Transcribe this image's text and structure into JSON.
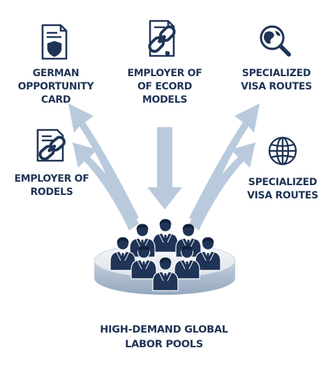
{
  "nodes": {
    "top_left": {
      "icon": "id-card-icon",
      "lines": [
        "GERMAN",
        "OPPORTUNITY",
        "CARD"
      ]
    },
    "top_center": {
      "icon": "chain-link-document-icon",
      "lines": [
        "EMPLOYER OF",
        "OF ECORD",
        "MODELS"
      ]
    },
    "top_right": {
      "icon": "globe-magnifier-icon",
      "lines": [
        "SPECIALIZED",
        "VISA ROUTES"
      ]
    },
    "mid_left": {
      "icon": "chain-link-document-icon",
      "lines": [
        "EMPLOYER OF",
        "RODELS"
      ]
    },
    "mid_right": {
      "icon": "globe-icon",
      "lines": [
        "SPECIALIZED",
        "VISA ROUTES"
      ]
    }
  },
  "center": {
    "icon": "business-people-group-icon",
    "lines": [
      "HIGH-DEMAND GLOBAL",
      "LABOR POOLS"
    ]
  },
  "colors": {
    "text": "#1f3456",
    "icon": "#1f3456",
    "arrow": "#b9cadd",
    "platform_top": "#e9edf2",
    "platform_side": "#a9b9cc"
  }
}
